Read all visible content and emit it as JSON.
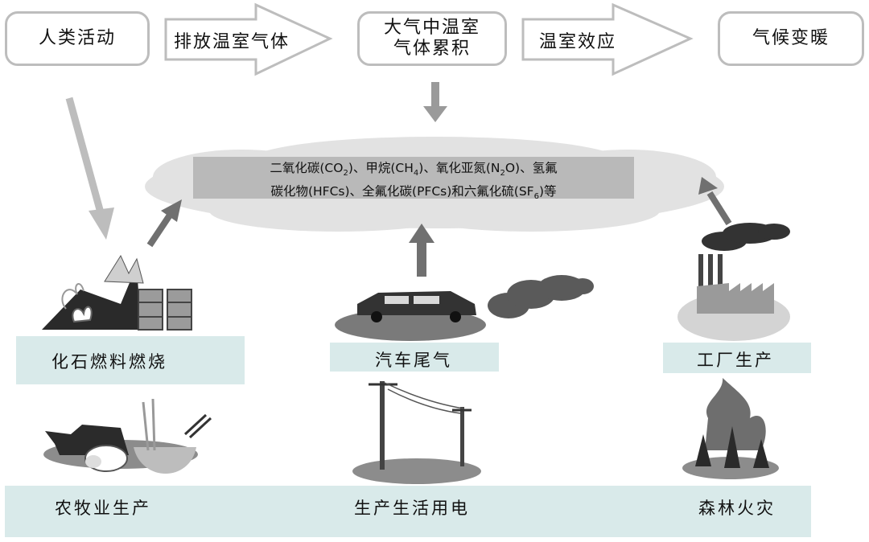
{
  "flow": {
    "box1": "人类活动",
    "arrow1": "排放温室气体",
    "box2_line1": "大气中温室",
    "box2_line2": "气体累积",
    "arrow2": "温室效应",
    "box3": "气候变暖"
  },
  "cloud": {
    "line1_a": "二氧化碳(CO",
    "line1_b": "2",
    "line1_c": ")、甲烷(CH",
    "line1_d": "4",
    "line1_e": ")、氧化亚氮(N",
    "line1_f": "2",
    "line1_g": "O)、氢氟",
    "line2_a": "碳化物(HFCs)、全氟化碳(PFCs)和六氟化硫(SF",
    "line2_b": "6",
    "line2_c": ")等"
  },
  "sources": {
    "fossil": "化石燃料燃烧",
    "car": "汽车尾气",
    "factory": "工厂生产",
    "agri": "农牧业生产",
    "power": "生产生活用电",
    "forest": "森林火灾"
  },
  "icons": [
    "fire-icon",
    "oil-barrel-icon",
    "car-icon",
    "exhaust-smoke-icon",
    "factory-icon",
    "cattle-icon",
    "sheep-icon",
    "rice-bowl-icon",
    "power-pole-icon",
    "forest-fire-icon",
    "cloud-icon"
  ]
}
